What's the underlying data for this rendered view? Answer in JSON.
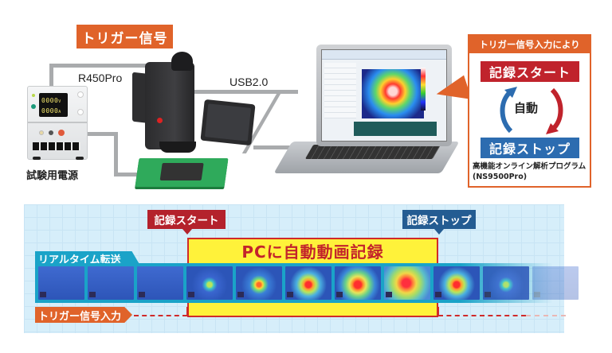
{
  "header": {
    "trigger_signal_label": "トリガー信号",
    "camera_model": "R450Pro",
    "connection_label": "USB2.0",
    "power_supply_label": "試験用電源",
    "psu_display_volts": "0000",
    "psu_display_amps": "0000",
    "psu_unit_v": "V",
    "psu_unit_a": "A"
  },
  "info_box": {
    "title": "トリガー信号入力により",
    "start_label": "記録スタート",
    "auto_label": "自動",
    "stop_label": "記録ストップ",
    "program_name": "高機能オンライン解析プログラム",
    "program_model": "(NS9500Pro)"
  },
  "timeline": {
    "start_marker": "記録スタート",
    "stop_marker": "記録ストップ",
    "record_zone_title": "PCに自動動画記録",
    "realtime_label": "リアルタイム転送",
    "trigger_input_label": "トリガー信号入力",
    "frames": [
      {
        "heat": 0
      },
      {
        "heat": 0
      },
      {
        "heat": 0
      },
      {
        "heat": 1
      },
      {
        "heat": 2
      },
      {
        "heat": 3
      },
      {
        "heat": 4
      },
      {
        "heat": 5
      },
      {
        "heat": 3
      },
      {
        "heat": 1
      },
      {
        "heat": 0
      }
    ]
  },
  "colors": {
    "orange": "#e0632a",
    "start_red": "#c0232c",
    "stop_blue": "#2c6cb0",
    "record_yellow": "#fff23a",
    "strip_cyan": "#1aa3c8",
    "panel_bg": "#d6eefa"
  }
}
